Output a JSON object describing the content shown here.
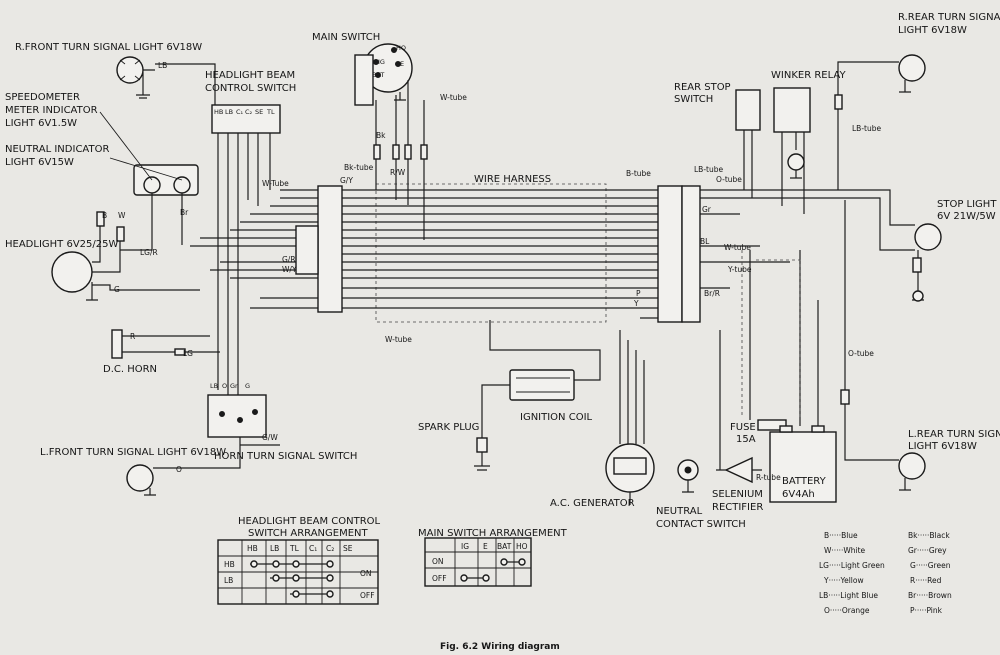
{
  "labels": {
    "r_front_turn": "R.FRONT TURN SIGNAL LIGHT 6V18W",
    "headlight_beam_switch_1": "HEADLIGHT BEAM",
    "headlight_beam_switch_2": "CONTROL SWITCH",
    "speedometer": "SPEEDOMETER",
    "meter_indicator_1": "METER INDICATOR",
    "meter_indicator_2": "LIGHT 6V1.5W",
    "neutral_indicator_1": "NEUTRAL INDICATOR",
    "neutral_indicator_2": "LIGHT 6V15W",
    "headlight": "HEADLIGHT 6V25/25W",
    "dc_horn": "D.C. HORN",
    "l_front_turn": "L.FRONT TURN SIGNAL LIGHT 6V18W",
    "horn_turn_switch": "HORN TURN SIGNAL SWITCH",
    "main_switch": "MAIN SWITCH",
    "wire_harness": "WIRE HARNESS",
    "spark_plug": "SPARK PLUG",
    "ignition_coil": "IGNITION COIL",
    "ac_generator": "A.C. GENERATOR",
    "neutral_contact_1": "NEUTRAL",
    "neutral_contact_2": "CONTACT SWITCH",
    "selenium_1": "SELENIUM",
    "selenium_2": "RECTIFIER",
    "fuse_1": "FUSE",
    "fuse_2": "15A",
    "battery_1": "BATTERY",
    "battery_2": "6V4Ah",
    "rear_stop_1": "REAR STOP",
    "rear_stop_2": "SWITCH",
    "winker_relay": "WINKER RELAY",
    "r_rear_turn_1": "R.REAR TURN SIGNAL",
    "r_rear_turn_2": "LIGHT 6V18W",
    "stop_light_1": "STOP LIGHT",
    "stop_light_2": "6V 21W/5W",
    "l_rear_turn_1": "L.REAR TURN SIGNAL",
    "l_rear_turn_2": "LIGHT 6V18W",
    "caption": "Fig. 6.2 Wiring diagram"
  },
  "wire_tags": {
    "w_tube_1": "W-Tube",
    "w_tube_2": "W-tube",
    "w_tube_3": "W-tube",
    "bk_tube": "Bk-tube",
    "b_tube": "B-tube",
    "lb_tube_1": "LB-tube",
    "lb_tube_2": "LB-tube",
    "o_tube_1": "O-tube",
    "o_tube_2": "O-tube",
    "r_tube": "R-tube",
    "y_tube": "Y-tube",
    "w_tube_r": "W-tube",
    "lb": "LB",
    "lg": "LG",
    "o": "O",
    "r": "R",
    "lg_r": "LG/R",
    "g_y": "G/Y",
    "g_w": "G/W",
    "g": "G",
    "br": "Br",
    "w": "W",
    "b": "B",
    "bk": "Bk",
    "y": "Y",
    "r_w": "R/W",
    "w_y": "W/Y",
    "g_r": "G/R",
    "gr": "Gr",
    "p": "P",
    "br_r": "Br/R",
    "bl": "BL"
  },
  "terminals": {
    "beam": [
      "HB",
      "LB",
      "C₁",
      "C₂",
      "SE",
      "TL"
    ],
    "main": [
      "HO",
      "IG",
      "BAT",
      "E"
    ],
    "horn_sw": [
      "LB",
      "O",
      "Gr",
      "G"
    ]
  },
  "headlight_table": {
    "title_1": "HEADLIGHT BEAM CONTROL",
    "title_2": "SWITCH ARRANGEMENT",
    "columns": [
      "HB",
      "LB",
      "TL",
      "C₁",
      "C₂",
      "SE"
    ],
    "rows": [
      {
        "name": "HB",
        "state": ""
      },
      {
        "name": "LB",
        "state": "ON"
      },
      {
        "name": "",
        "state": "OFF"
      }
    ]
  },
  "main_table": {
    "title": "MAIN SWITCH ARRANGEMENT",
    "columns": [
      "IG",
      "E",
      "BAT",
      "HO"
    ],
    "rows": [
      {
        "name": "ON"
      },
      {
        "name": "OFF"
      }
    ]
  },
  "legend": [
    {
      "code": "B",
      "color": "Blue"
    },
    {
      "code": "W",
      "color": "White"
    },
    {
      "code": "LG",
      "color": "Light Green"
    },
    {
      "code": "Y",
      "color": "Yellow"
    },
    {
      "code": "LB",
      "color": "Light Blue"
    },
    {
      "code": "O",
      "color": "Orange"
    },
    {
      "code": "Bk",
      "color": "Black"
    },
    {
      "code": "Gr",
      "color": "Grey"
    },
    {
      "code": "G",
      "color": "Green"
    },
    {
      "code": "R",
      "color": "Red"
    },
    {
      "code": "Br",
      "color": "Brown"
    },
    {
      "code": "P",
      "color": "Pink"
    }
  ]
}
